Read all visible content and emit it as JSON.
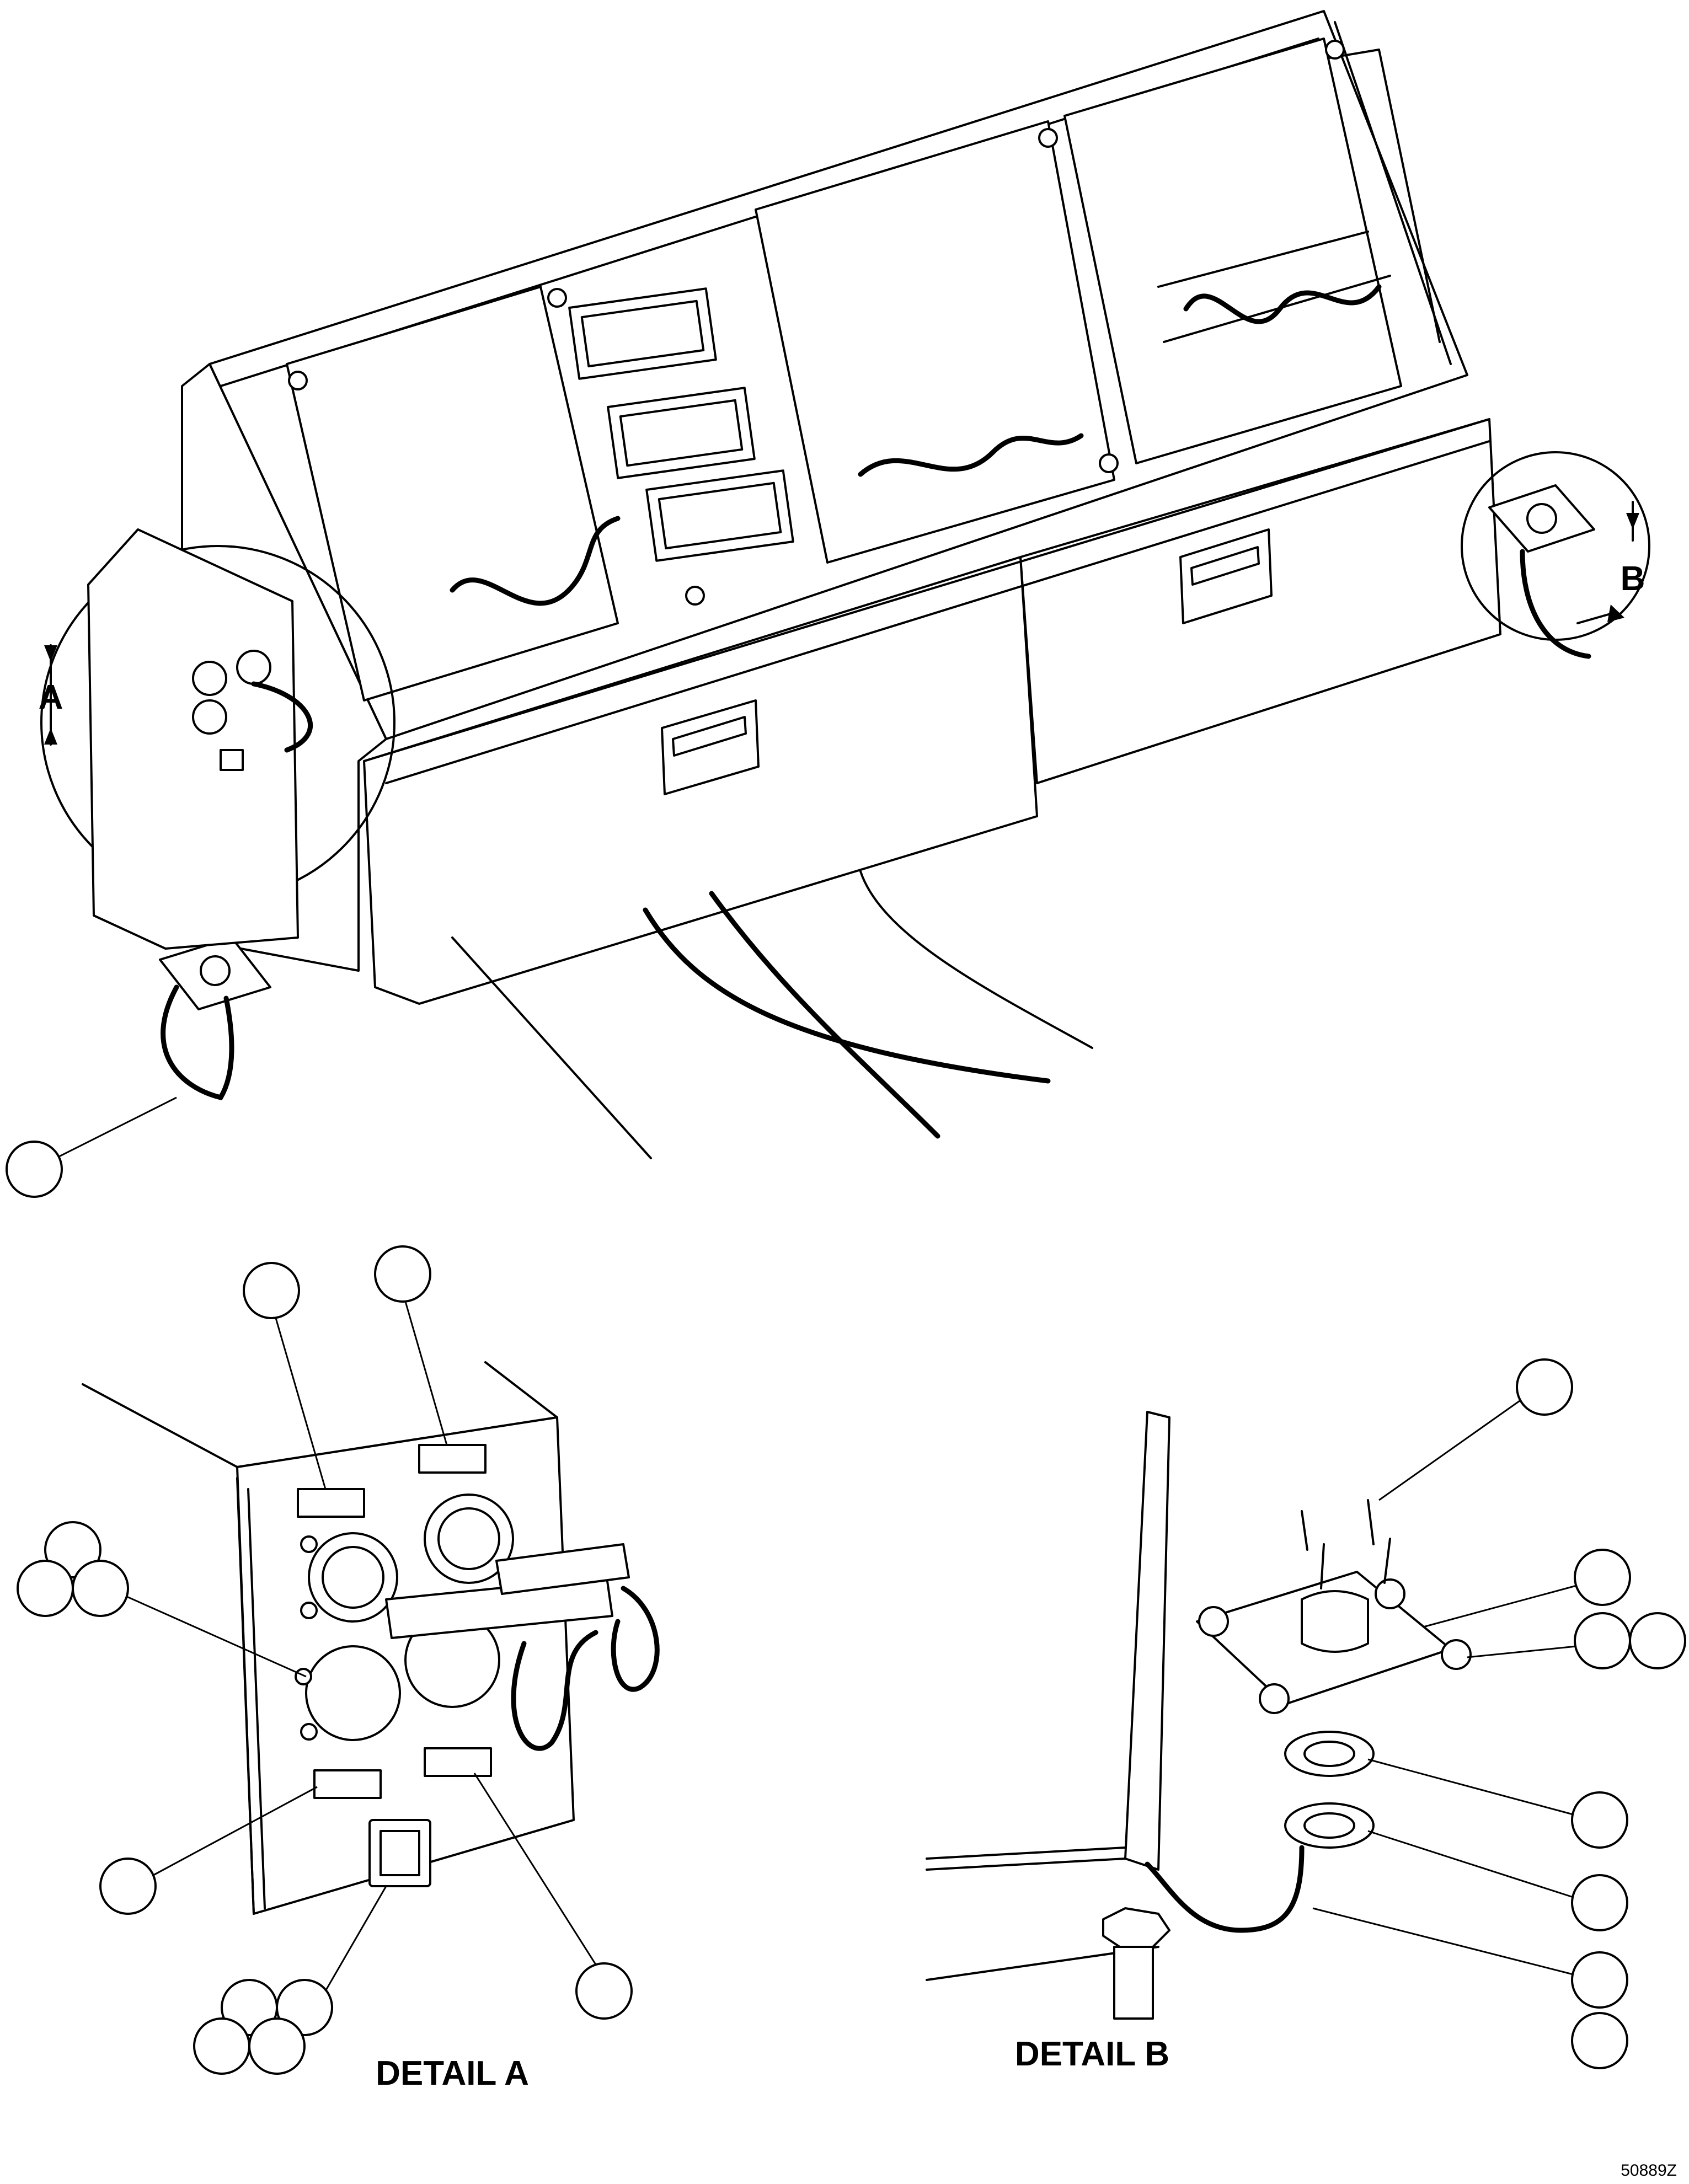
{
  "labels": {
    "detail_a_marker": "A",
    "detail_b_marker": "B",
    "detail_a_caption": "DETAIL A",
    "detail_b_caption": "DETAIL B",
    "drawing_number": "50889Z"
  }
}
